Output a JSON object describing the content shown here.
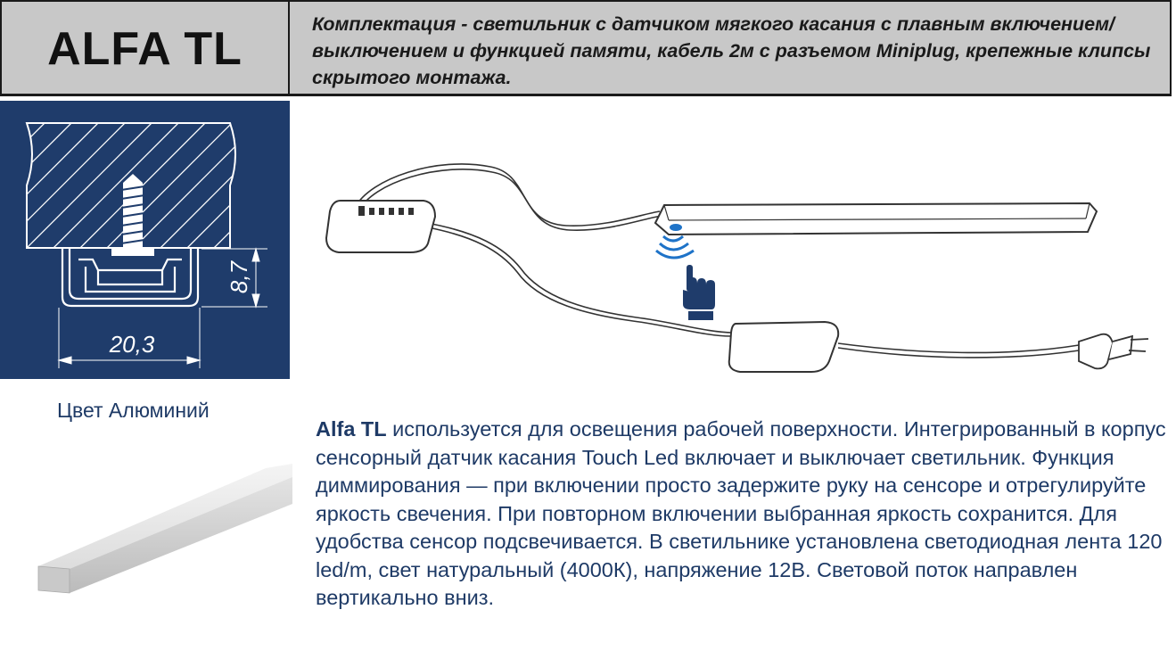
{
  "header": {
    "title": "ALFA TL",
    "description": "Комплектация - светильник с датчиком мягкого касания с плавным включением/выключением и функцией памяти, кабель 2м с разъемом Miniplug, крепежные клипсы скрытого монтажа."
  },
  "profile": {
    "width_label": "20,3",
    "height_label": "8,7"
  },
  "color": {
    "label": "Цвет Алюминий"
  },
  "description": {
    "brand": "Alfa TL",
    "text": " используется для освещения рабочей поверхности. Интегрированный в корпус сенсорный датчик касания Touch Led включает и выключает светильник. Функция диммирования — при включении просто задержите руку на сенсоре и отрегулируйте яркость свечения. При повторном включении выбранная яркость сохранится. Для удобства сенсор подсвечивается. В светильнике установлена светодиодная лента 120 led/m, свет натуральный (4000К), напряжение 12В. Световой поток направлен вертикально вниз."
  },
  "colors": {
    "panel_bg": "#1f3c6b",
    "header_bg": "#c8c8c8",
    "text_blue": "#1e3a66",
    "sensor_blue": "#1e73c8"
  },
  "icons": [
    "screw-icon",
    "touch-hand-icon",
    "sensor-wave-icon",
    "plug-icon"
  ]
}
